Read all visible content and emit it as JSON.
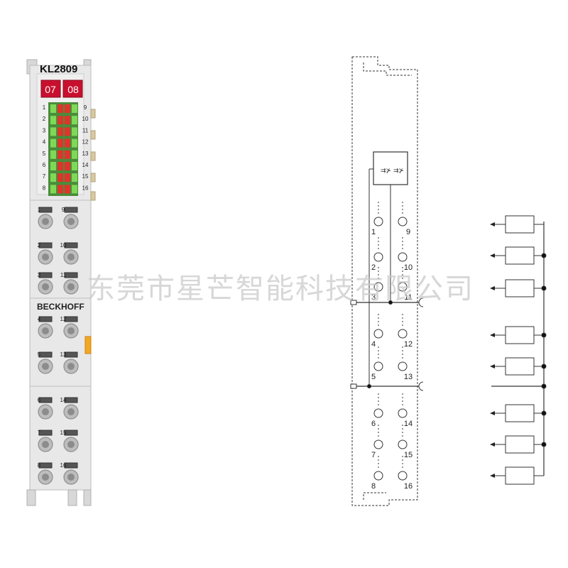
{
  "module": {
    "model": "KL2809",
    "brand": "BECKHOFF",
    "status_labels": [
      "07",
      "08"
    ],
    "led_left_numbers": [
      "1",
      "2",
      "3",
      "4",
      "5",
      "6",
      "7",
      "8"
    ],
    "led_right_numbers": [
      "9",
      "10",
      "11",
      "12",
      "13",
      "14",
      "15",
      "16"
    ],
    "terminal_rows": [
      {
        "left": "1",
        "right": "9"
      },
      {
        "left": "2",
        "right": "10"
      },
      {
        "left": "3",
        "right": "11"
      },
      {
        "left": "4",
        "right": "12"
      },
      {
        "left": "5",
        "right": "13"
      },
      {
        "left": "6",
        "right": "14"
      },
      {
        "left": "7",
        "right": "15"
      },
      {
        "left": "8",
        "right": "16"
      }
    ],
    "colors": {
      "body": "#e6e6e6",
      "status_red": "#c8102e",
      "led_green": "#7ed957",
      "led_red": "#e0332c",
      "orange_tab": "#f5a623"
    }
  },
  "schematic": {
    "pins": [
      {
        "left": "1",
        "right": "9"
      },
      {
        "left": "2",
        "right": "10"
      },
      {
        "left": "3",
        "right": "11"
      },
      {
        "left": "4",
        "right": "12"
      },
      {
        "left": "5",
        "right": "13"
      },
      {
        "left": "6",
        "right": "14"
      },
      {
        "left": "7",
        "right": "15"
      },
      {
        "left": "8",
        "right": "16"
      }
    ]
  },
  "watermark": "东莞市星芒智能科技有限公司"
}
